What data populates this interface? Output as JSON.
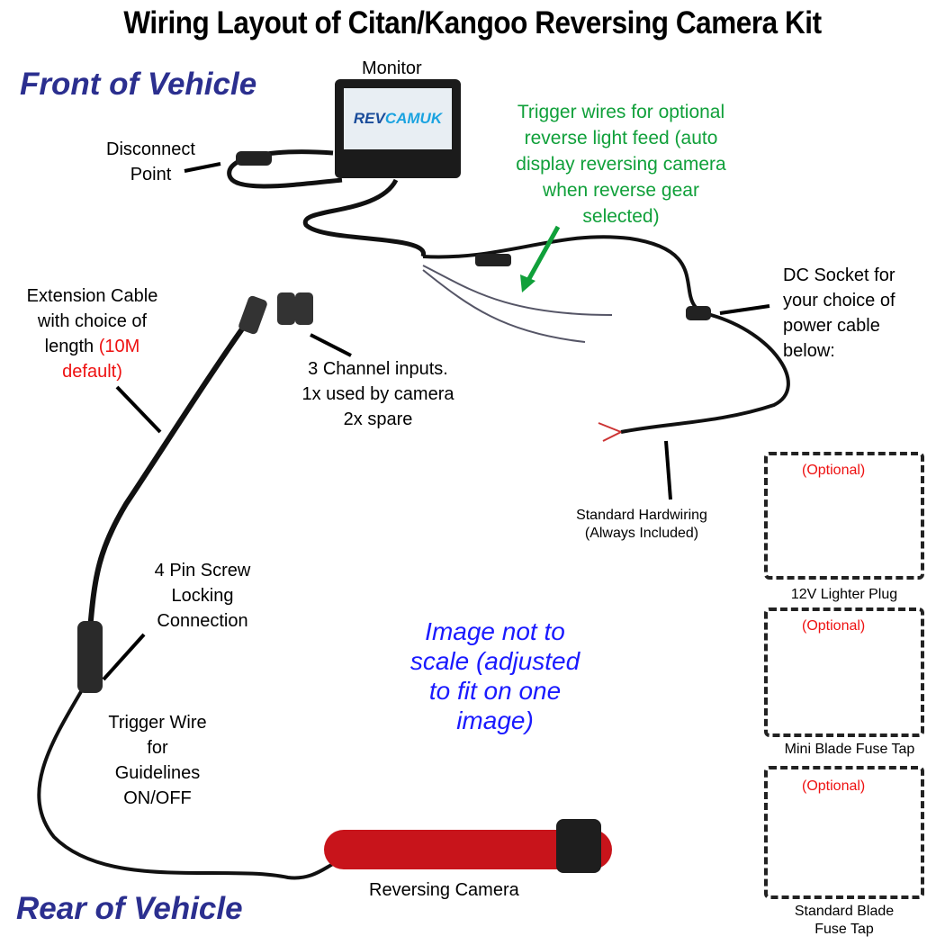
{
  "title": "Wiring Layout of Citan/Kangoo Reversing Camera Kit",
  "front_label": "Front of Vehicle",
  "rear_label": "Rear of Vehicle",
  "monitor": {
    "label": "Monitor",
    "brand_a": "REV",
    "brand_b": "CAMUK"
  },
  "disconnect": {
    "line1": "Disconnect",
    "line2": "Point"
  },
  "trigger_note": {
    "lines": [
      "Trigger wires for optional",
      "reverse light feed (auto",
      "display reversing camera",
      "when reverse gear",
      "selected)"
    ]
  },
  "dc_socket": {
    "lines": [
      "DC Socket for",
      "your choice of",
      "power cable",
      "below:"
    ]
  },
  "extension": {
    "lines": [
      "Extension Cable",
      "with choice of",
      "length "
    ],
    "red1": "(10M",
    "red2": "default)"
  },
  "channels": {
    "lines": [
      "3 Channel inputs.",
      "1x used by camera",
      "2x spare"
    ]
  },
  "hardwiring": {
    "line1": "Standard Hardwiring",
    "line2": "(Always Included)"
  },
  "four_pin": {
    "lines": [
      "4 Pin Screw",
      "Locking",
      "Connection"
    ]
  },
  "scale_note": {
    "lines": [
      "Image not to",
      "scale (adjusted",
      "to fit on one",
      "image)"
    ]
  },
  "trigger_wire": {
    "lines": [
      "Trigger Wire",
      "for",
      "Guidelines",
      "ON/OFF"
    ]
  },
  "camera_label": "Reversing Camera",
  "options": [
    {
      "tag": "(Optional)",
      "caption": "12V Lighter Plug"
    },
    {
      "tag": "(Optional)",
      "caption": "Mini Blade Fuse Tap"
    },
    {
      "tag": "(Optional)",
      "caption": "Standard Blade Fuse Tap",
      "caption2": "Fuse Tap"
    }
  ]
}
